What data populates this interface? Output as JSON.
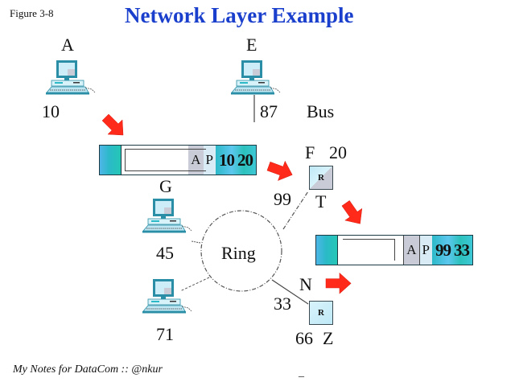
{
  "figure_label": "Figure 3-8",
  "title": "Network Layer Example",
  "footer": "My Notes for DataCom :: @nkur",
  "footer_mark": "_",
  "networks": {
    "bus": "Bus",
    "ring": "Ring"
  },
  "stations": [
    {
      "name": "A",
      "address": "10"
    },
    {
      "name": "E",
      "address": "87"
    },
    {
      "name": "G",
      "address": "45"
    },
    {
      "name": "",
      "address": "71"
    }
  ],
  "routers": [
    {
      "icon_label": "R",
      "top_label": "F",
      "top_address": "20",
      "bottom_label": "T",
      "left_address": "99"
    },
    {
      "icon_label": "R",
      "top_label": "N",
      "left_address": "33",
      "bottom_address": "66",
      "bottom_label": "Z"
    }
  ],
  "packets": [
    {
      "fields": [
        "A",
        "P"
      ],
      "addresses": [
        "10",
        "20"
      ]
    },
    {
      "fields": [
        "A",
        "P"
      ],
      "addresses": [
        "99",
        "33"
      ]
    }
  ],
  "colors": {
    "title": "#1a3fcc",
    "arrow": "#ff2a1a",
    "packet_accent": "#2bb9c8"
  }
}
